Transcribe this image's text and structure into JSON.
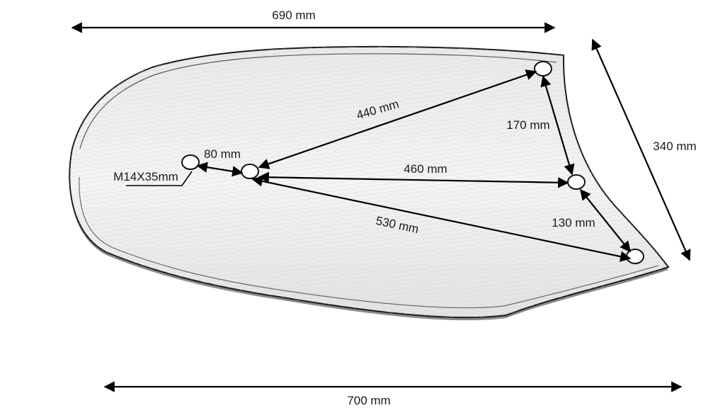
{
  "dimensions": {
    "overall_top": "690 mm",
    "overall_bottom": "700 mm",
    "right_edge": "340 mm",
    "hole_440": "440 mm",
    "hole_170": "170 mm",
    "hole_460": "460 mm",
    "hole_80": "80 mm",
    "hole_530": "530 mm",
    "hole_130": "130 mm"
  },
  "bolt_spec": "M14X35mm"
}
